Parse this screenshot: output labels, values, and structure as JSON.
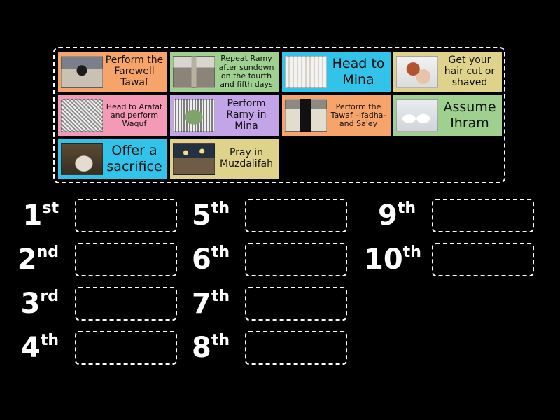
{
  "cards": [
    {
      "id": "farewell-tawaf",
      "text": "Perform the Farewell Tawaf",
      "color": "#f6a46a",
      "size": "m",
      "icon": "kaaba-crowd-photo"
    },
    {
      "id": "repeat-ramy",
      "text": "Repeat Ramy after sundown on the fourth and fifth days",
      "color": "#9fd08f",
      "size": "s",
      "icon": "jamarat-pillar-photo"
    },
    {
      "id": "head-mina",
      "text": "Head to Mina",
      "color": "#32c3ea",
      "size": "l",
      "icon": "mina-tents-photo"
    },
    {
      "id": "hair-cut",
      "text": "Get your hair cut or shaved",
      "color": "#dfd38c",
      "size": "m",
      "icon": "haircut-photo"
    },
    {
      "id": "arafat",
      "text": "Head to Arafat and perform Waquf",
      "color": "#f49ab6",
      "size": "s",
      "icon": "arafat-crowd-photo"
    },
    {
      "id": "ramy-mina",
      "text": "Perform Ramy in Mina",
      "color": "#c4a4e8",
      "size": "m",
      "icon": "jamarat-crowd-photo"
    },
    {
      "id": "tawaf-ifadha",
      "text": "Perform the Tawaf –Ifadha- and Sa'ey",
      "color": "#f6a46a",
      "size": "s",
      "icon": "kaaba-photo"
    },
    {
      "id": "ihram",
      "text": "Assume Ihram",
      "color": "#9fd08f",
      "size": "l",
      "icon": "ihram-people-photo"
    },
    {
      "id": "sacrifice",
      "text": "Offer a sacrifice",
      "color": "#32c3ea",
      "size": "l",
      "icon": "sheep-sacrifice-photo"
    },
    {
      "id": "muzdalifah",
      "text": "Pray in Muzdalifah",
      "color": "#dfd38c",
      "size": "m",
      "icon": "muzdalifah-night-photo"
    }
  ],
  "slots": [
    {
      "num": "1",
      "suffix": "st"
    },
    {
      "num": "2",
      "suffix": "nd"
    },
    {
      "num": "3",
      "suffix": "rd"
    },
    {
      "num": "4",
      "suffix": "th"
    },
    {
      "num": "5",
      "suffix": "th"
    },
    {
      "num": "6",
      "suffix": "th"
    },
    {
      "num": "7",
      "suffix": "th"
    },
    {
      "num": "8",
      "suffix": "th"
    },
    {
      "num": "9",
      "suffix": "th"
    },
    {
      "num": "10",
      "suffix": "th"
    }
  ]
}
